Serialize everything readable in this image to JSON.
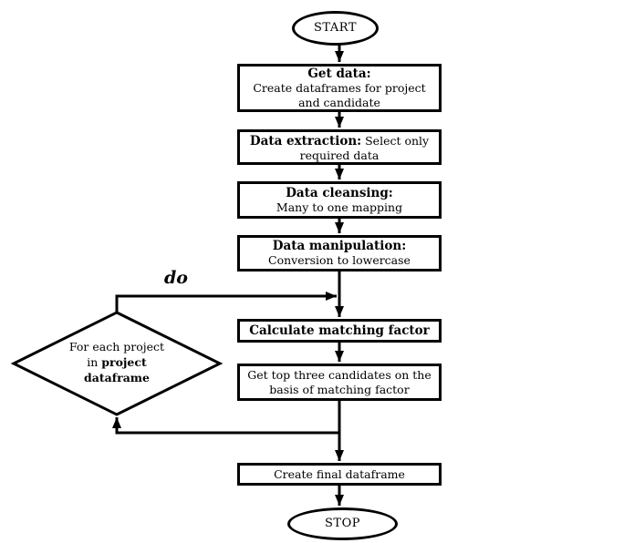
{
  "flowchart": {
    "start": {
      "label": "START"
    },
    "stop": {
      "label": "STOP"
    },
    "loop_label": "do",
    "nodes": {
      "get_data": {
        "title": "Get data:",
        "body": "Create dataframes for project and candidate"
      },
      "data_extraction": {
        "title": "Data extraction:",
        "body": " Select only required data"
      },
      "data_cleansing": {
        "title": "Data cleansing:",
        "body": "Many to one mapping"
      },
      "data_manipulation": {
        "title": "Data manipulation:",
        "body": "Conversion to lowercase"
      },
      "calculate_matching_factor": {
        "title": "Calculate matching factor"
      },
      "get_top_three": {
        "body": "Get top three candidates on the basis of matching factor"
      },
      "create_final_dataframe": {
        "body": "Create final dataframe"
      },
      "for_each_project": {
        "line1": "For each project",
        "line2_regular": "in ",
        "line2_bold": "project",
        "line3_bold": "dataframe"
      }
    },
    "colors": {
      "stroke": "#000000",
      "background": "#ffffff"
    }
  }
}
